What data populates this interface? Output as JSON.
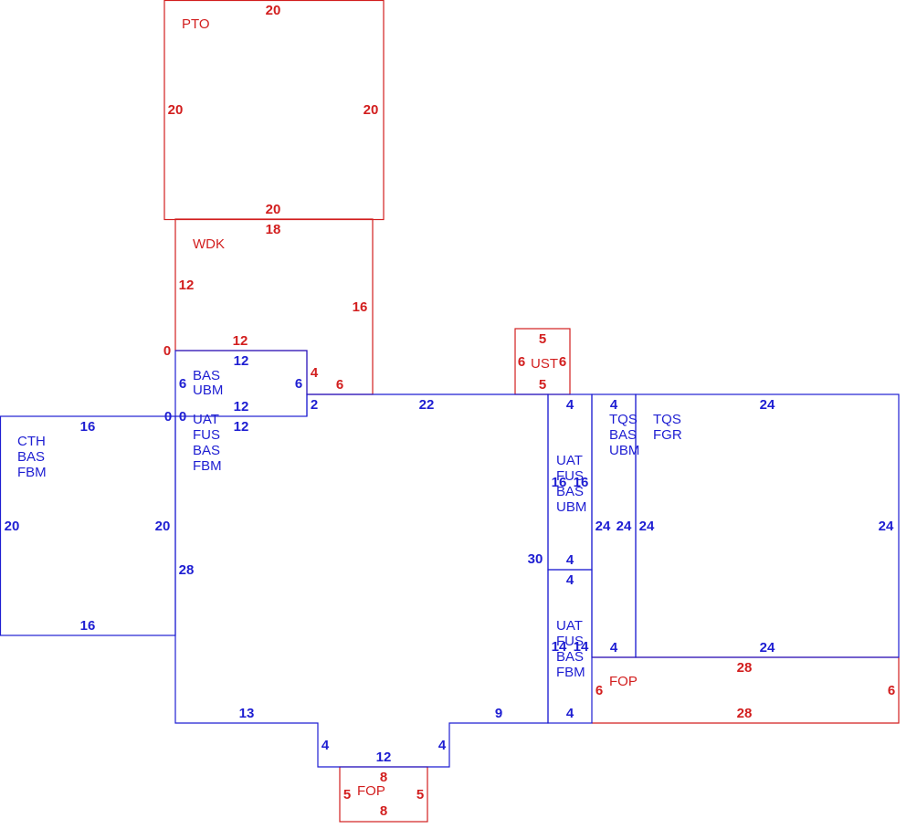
{
  "colors": {
    "outbuilding": "#d21e1e",
    "living": "#1e1ed2",
    "background": "#ffffff"
  },
  "areas": {
    "pto": {
      "code": "PTO",
      "dims": {
        "top": "20",
        "left": "20",
        "right": "20",
        "bottom": "20"
      }
    },
    "wdk": {
      "code": "WDK",
      "dims": {
        "top": "18",
        "left": "12",
        "right": "16",
        "corner": "0",
        "step_top": "12",
        "step_side": "4",
        "step_bottom": "6"
      }
    },
    "bas_upper": {
      "lines": [
        "BAS",
        "UBM"
      ],
      "dims": {
        "top": "12",
        "left": "6",
        "right": "6",
        "bottom": "12"
      }
    },
    "uat_main": {
      "lines": [
        "UAT",
        "FUS",
        "BAS",
        "FBM"
      ],
      "dims": {
        "top_left": "12",
        "corner_a": "0",
        "corner_b": "0",
        "notch": "2",
        "top": "22",
        "left": "28",
        "right": "30",
        "bottom_left": "13",
        "bottom_right": "9",
        "step_left": "4",
        "step_right": "4",
        "bay": "12"
      }
    },
    "cth": {
      "lines": [
        "CTH",
        "BAS",
        "FBM"
      ],
      "dims": {
        "top": "16",
        "left": "20",
        "right": "20",
        "bottom": "16"
      }
    },
    "ust": {
      "code": "UST",
      "dims": {
        "top": "5",
        "left": "6",
        "right": "6",
        "bottom": "5"
      }
    },
    "uat_ubm": {
      "lines": [
        "UAT",
        "FUS",
        "BAS",
        "UBM"
      ],
      "dims": {
        "top": "4",
        "left": "16",
        "right": "16",
        "bottom": "4"
      }
    },
    "uat_fbm": {
      "lines": [
        "UAT",
        "FUS",
        "BAS",
        "FBM"
      ],
      "dims": {
        "top": "4",
        "left": "14",
        "right": "14",
        "bottom": "4"
      }
    },
    "tqs_ubm": {
      "lines": [
        "TQS",
        "BAS",
        "UBM"
      ],
      "dims": {
        "top": "4",
        "left": "24",
        "right": "24",
        "bottom": "4"
      }
    },
    "tqs_fgr": {
      "lines": [
        "TQS",
        "FGR"
      ],
      "dims": {
        "top": "24",
        "left": "24",
        "right": "24",
        "bottom": "24"
      }
    },
    "fop_right": {
      "code": "FOP",
      "dims": {
        "top": "28",
        "left": "6",
        "right": "6",
        "bottom": "28"
      }
    },
    "fop_bottom": {
      "code": "FOP",
      "dims": {
        "top": "8",
        "left": "5",
        "right": "5",
        "bottom": "8"
      }
    }
  }
}
